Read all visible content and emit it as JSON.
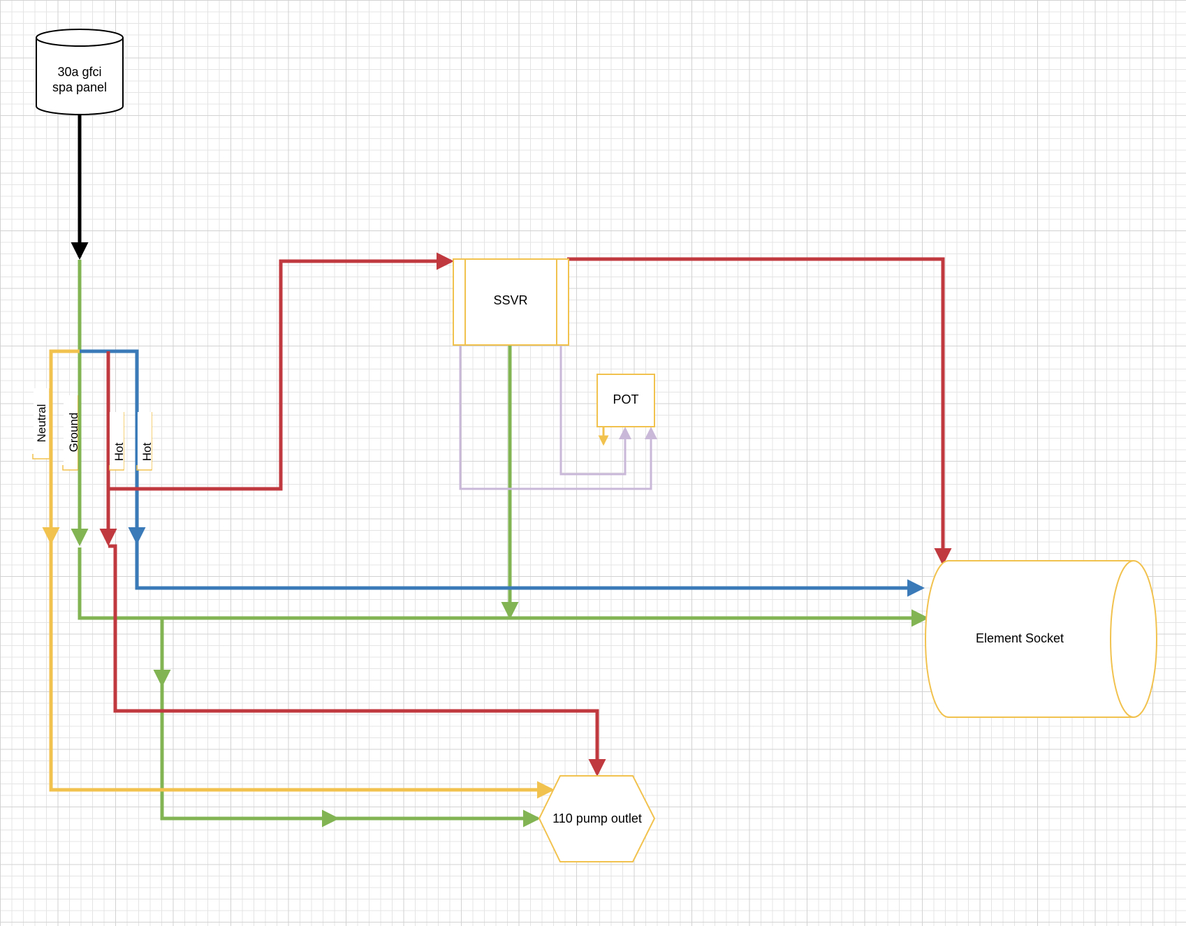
{
  "nodes": {
    "panel": {
      "line1": "30a gfci",
      "line2": "spa panel"
    },
    "ssvr": "SSVR",
    "pot": "POT",
    "element": "Element Socket",
    "pump": "110 pump outlet"
  },
  "wire_labels": {
    "neutral": "Neutral",
    "ground": "Ground",
    "hot1": "Hot",
    "hot2": "Hot"
  },
  "colors": {
    "black": "#000000",
    "green": "#82b454",
    "red": "#c0393f",
    "blue": "#3a7ab8",
    "yellow": "#f2c24f",
    "lavender": "#c9b8d8",
    "shape_border": "#f2c24f"
  }
}
